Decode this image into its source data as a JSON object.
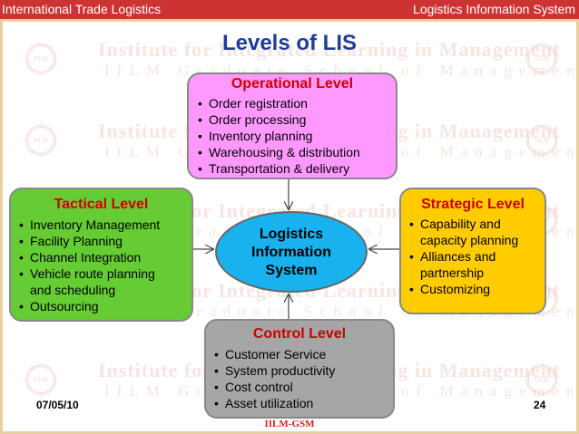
{
  "header": {
    "left_text": "International Trade Logistics",
    "right_text": "Logistics Information System"
  },
  "watermark": {
    "line1": "Institute for Integrated Learning in Management",
    "line2": "IILM Graduate School of Management",
    "seal_text": "IILM"
  },
  "slide": {
    "title": "Levels of LIS",
    "center_label": "Logistics Information System",
    "operational": {
      "title": "Operational Level",
      "items": [
        "Order registration",
        "Order processing",
        "Inventory planning",
        "Warehousing & distribution",
        "Transportation & delivery"
      ]
    },
    "tactical": {
      "title": "Tactical Level",
      "items": [
        "Inventory Management",
        "Facility Planning",
        "Channel Integration",
        "Vehicle route planning and scheduling",
        "Outsourcing"
      ]
    },
    "strategic": {
      "title": "Strategic Level",
      "items": [
        "Capability and capacity planning",
        "Alliances and partnership",
        "Customizing"
      ]
    },
    "control": {
      "title": "Control Level",
      "items": [
        "Customer Service",
        "System productivity",
        "Cost control",
        "Asset utilization"
      ]
    }
  },
  "footer": {
    "date": "07/05/10",
    "page_number": "24",
    "org": "IILM-GSM"
  },
  "colors": {
    "header_bar": "#cc3333",
    "title": "#1f3d99",
    "level_title": "#cc0000",
    "operational_fill": "#ff99ff",
    "tactical_fill": "#66cc33",
    "strategic_fill": "#ffcc00",
    "control_fill": "#a6a6a6",
    "center_fill": "#1ab2ee"
  }
}
